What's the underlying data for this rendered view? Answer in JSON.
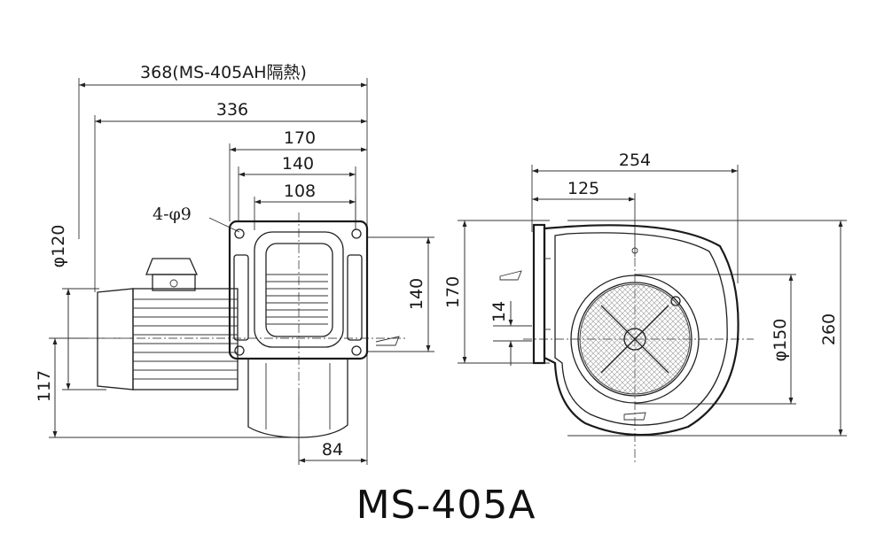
{
  "model": "MS-405A",
  "side_view": {
    "dims": {
      "overall_heat_insulated": "368(MS-405AH隔熱)",
      "overall": "336",
      "flange_outer": "170",
      "bolt_pitch": "140",
      "flange_inner": "108",
      "holes": "4-φ9",
      "motor_dia": "φ120",
      "center_height": "117",
      "outlet_depth": "84",
      "outlet_height": "140"
    }
  },
  "front_view": {
    "dims": {
      "width": "254",
      "center_offset": "125",
      "flange_height": "170",
      "flange_thickness": "14",
      "inlet_dia": "φ150",
      "height": "260"
    }
  }
}
